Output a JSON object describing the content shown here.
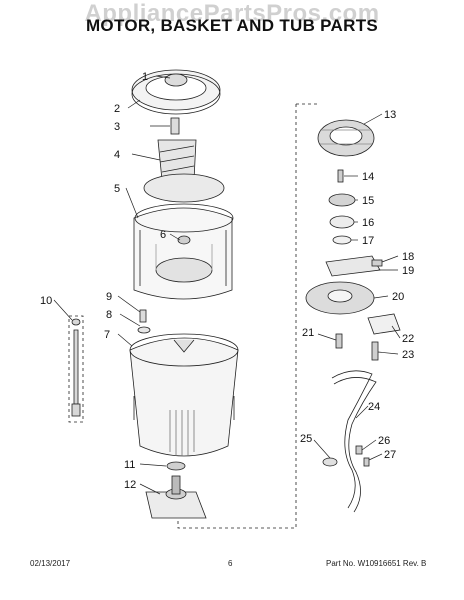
{
  "header": {
    "watermark": "AppliancePartsPros.com",
    "title": "MOTOR, BASKET AND TUB PARTS"
  },
  "callouts": [
    "1",
    "2",
    "3",
    "4",
    "5",
    "6",
    "7",
    "8",
    "9",
    "10",
    "11",
    "12",
    "13",
    "14",
    "15",
    "16",
    "17",
    "18",
    "19",
    "20",
    "21",
    "22",
    "23",
    "24",
    "25",
    "26",
    "27"
  ],
  "footer": {
    "date": "02/13/2017",
    "page": "6",
    "part_no": "Part No. W10916651  Rev. B"
  },
  "colors": {
    "line": "#222222",
    "fill": "#f3f3f3",
    "shade": "#bbbbbb"
  }
}
